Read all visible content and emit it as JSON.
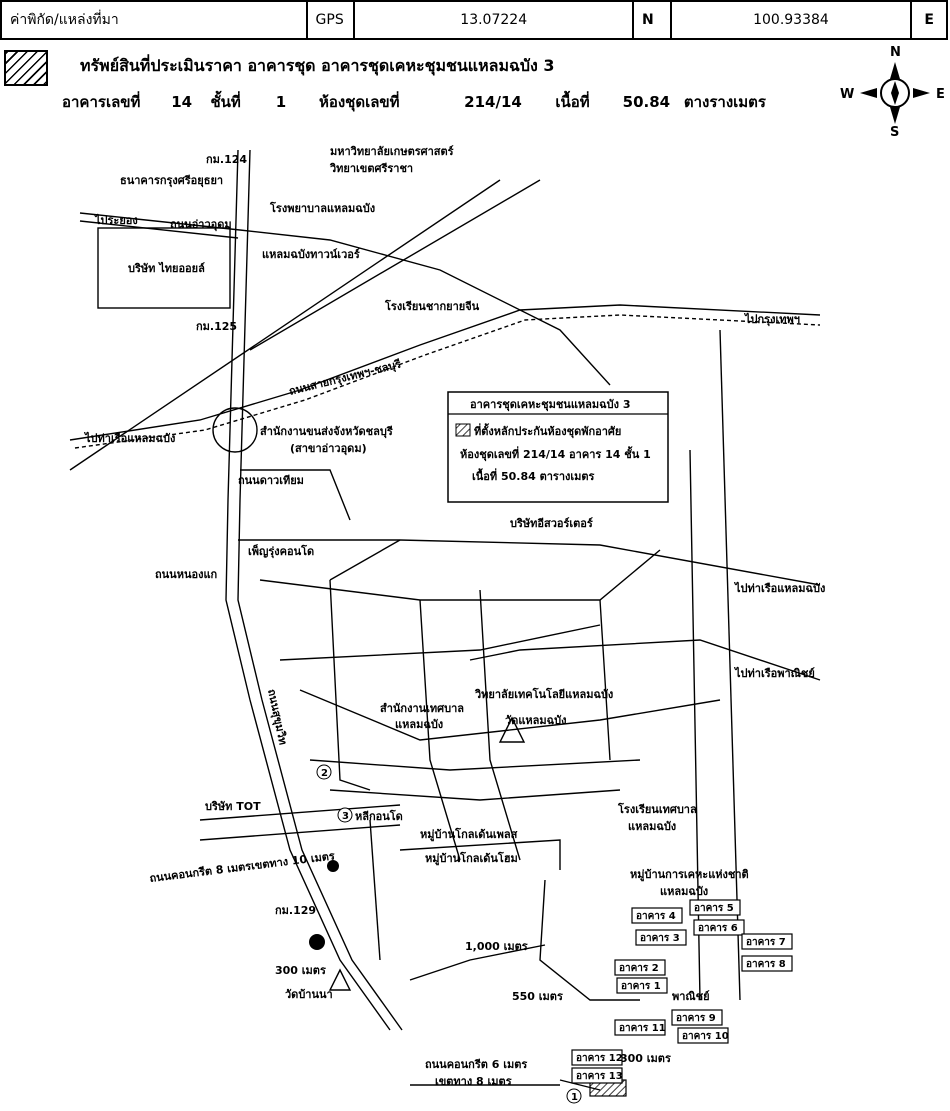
{
  "header": {
    "coord_label": "ค่าพิกัด/แหล่งที่มา",
    "coord_source": "GPS",
    "lat_value": "13.07224",
    "lat_dir": "N",
    "lon_value": "100.93384",
    "lon_dir": "E"
  },
  "asset": {
    "title": "ทรัพย์สินที่ประเมินราคา อาคารชุด อาคารชุดเคหะชุมชนแหลมฉบัง 3",
    "building_label": "อาคารเลขที่",
    "building_no": "14",
    "floor_label": "ชั้นที่",
    "floor_no": "1",
    "unit_label": "ห้องชุดเลขที่",
    "unit_no": "214/14",
    "area_label": "เนื้อที่",
    "area_value": "50.84",
    "area_unit": "ตางรางเมตร"
  },
  "compass": {
    "n": "N",
    "s": "S",
    "e": "E",
    "w": "W"
  },
  "map": {
    "labels": {
      "kasetsart": "มหาวิทยาลัยเกษตรศาสตร์",
      "kasetsart2": "วิทยาเขตศรีราชา",
      "km124": "กม.124",
      "krungsri": "ธนาคารกรุงศรีอยุธยา",
      "hospital": "โรงพยาบาลแหลมฉบัง",
      "to_rayong": "ไประยอง",
      "ao_udom": "ถนนอ่าวอุดม",
      "town": "แหลมฉบังทาวน์เวอร์",
      "thai_oil": "บริษัท ไทยออยล์",
      "school1": "โรงเรียนชากยายจีน",
      "km125": "กม.125",
      "to_bangkok": "ไปกรุงเทพฯ",
      "to_port1": "ไปท่าเรือแหลมฉบัง",
      "bypass": "ถนนสายกรุงเทพฯ-ชลบุรี",
      "office": "สำนักงานขนส่งจังหวัดชลบุรี",
      "office2": "(สาขาอ่าวอุดม)",
      "legend_title": "อาคารชุดเคหะชุมชนแหลมฉบัง 3",
      "legend_line1": "ที่ตั้งหลักประกันห้องชุดพักอาศัย",
      "legend_line2": "ห้องชุดเลขที่ 214/14 อาคาร 14 ชั้น 1",
      "legend_line3": "เนื้อที่ 50.84 ตารางเมตร",
      "dao_thiam": "ถนนดาวเทียม",
      "eastwater": "บริษัทอีสวอร์เตอร์",
      "phenrung": "เพ็ญรุ่งคอนโด",
      "nong_kae": "ถนนหนองแก",
      "to_port2": "ไปท่าเรือแหลมฉบัง",
      "to_port3": "ไปท่าเรือพาณิชย์",
      "technical": "วิทยาลัยเทคโนโลยีแหลมฉบัง",
      "municipal": "สำนักงานเทศบาล",
      "municipal2": "แหลมฉบัง",
      "temple1": "วัดแหลมฉบัง",
      "sukhumvit": "ถนนสุขุมวิท",
      "tot": "บริษัท TOT",
      "condo": "หลีกอนโด",
      "school2": "โรงเรียนเทศบาล",
      "school2b": "แหลมฉบัง",
      "village1": "หมู่บ้านโกลเด้นเพลส",
      "village2": "หมู่บ้านโกลเด้นโฮม",
      "concrete1": "ถนนคอนกรีต 8 เมตรเขตทาง 10 เมตร",
      "nhakeha": "หมู่บ้านการเคหะแห่งชาติ",
      "nhakeha2": "แหลมฉบัง",
      "km129": "กม.129",
      "d300": "300 เมตร",
      "temple2": "วัดบ้านนา",
      "d1000": "1,000 เมตร",
      "d550": "550 เมตร",
      "d300b": "300 เมตร",
      "concrete2": "ถนนคอนกรีต 6 เมตร",
      "concrete2b": "เขตทาง 8 เมตร",
      "commerce": "พาณิชย์",
      "circle1": "1",
      "circle2": "2",
      "circle3": "3"
    },
    "buildings": [
      "อาคาร 4",
      "อาคาร 5",
      "อาคาร 3",
      "อาคาร 6",
      "อาคาร 7",
      "อาคาร 2",
      "อาคาร 8",
      "อาคาร 1",
      "อาคาร 9",
      "อาคาร 11",
      "อาคาร 10",
      "อาคาร 12",
      "อาคาร 13"
    ]
  }
}
